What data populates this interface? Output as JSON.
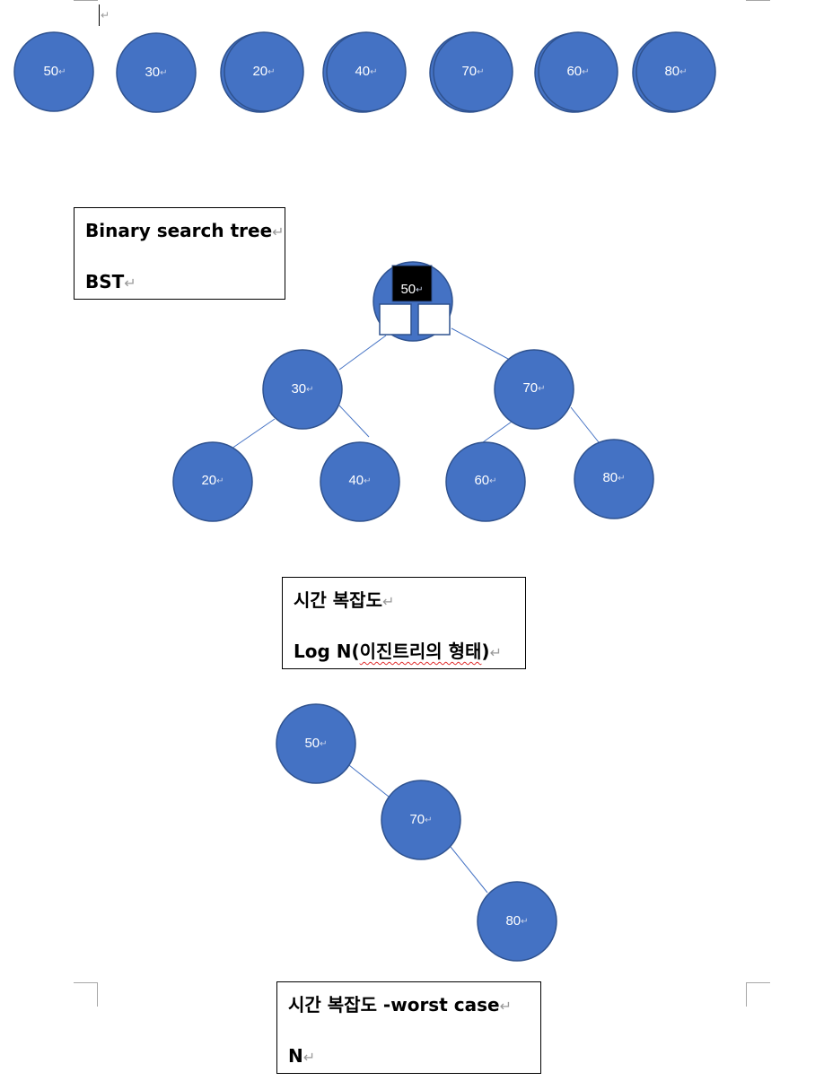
{
  "paragraph_mark": "↵",
  "colors": {
    "node_fill": "#4472c4",
    "node_stroke": "#2f528f",
    "edge": "#4472c4",
    "root_key_box": "#000000"
  },
  "node_row": [
    "50",
    "30",
    "20",
    "40",
    "70",
    "60",
    "80"
  ],
  "bst_box": {
    "line1": "Binary search tree",
    "line2": "BST"
  },
  "bst_tree": {
    "root": "50",
    "level1": [
      "30",
      "70"
    ],
    "level2": [
      "20",
      "40",
      "60",
      "80"
    ]
  },
  "complexity_box": {
    "line1": "시간  복잡도",
    "line2_prefix": "Log N(",
    "line2_korean": "이진트리의  형태",
    "line2_suffix": ")"
  },
  "skewed_tree": [
    "50",
    "70",
    "80"
  ],
  "worst_box": {
    "line1": "시간  복잡도  -worst case",
    "line2": "N"
  }
}
